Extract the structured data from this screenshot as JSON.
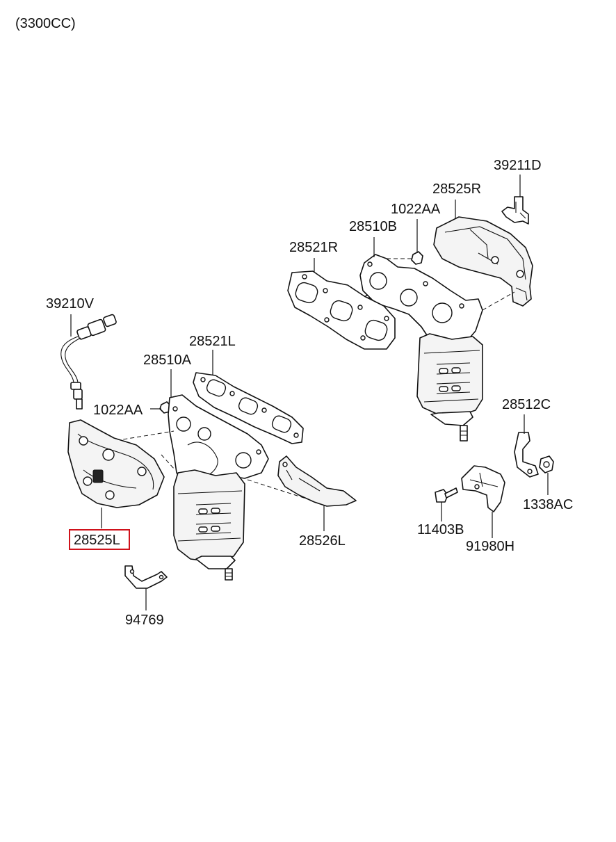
{
  "header": {
    "engine_label": "(3300CC)"
  },
  "callouts": {
    "c39211D": "39211D",
    "c28525R": "28525R",
    "c1022AA_right": "1022AA",
    "c28510B": "28510B",
    "c28521R": "28521R",
    "c39210V": "39210V",
    "c28521L": "28521L",
    "c28510A": "28510A",
    "c1022AA_left": "1022AA",
    "c28512C": "28512C",
    "c1338AC": "1338AC",
    "c11403B": "11403B",
    "c91980H": "91980H",
    "c28526L": "28526L",
    "c28525L": "28525L",
    "c94769": "94769"
  },
  "selected_part": "28525L",
  "colors": {
    "highlight": "#d0121b",
    "ink": "#111111",
    "background": "#ffffff"
  }
}
